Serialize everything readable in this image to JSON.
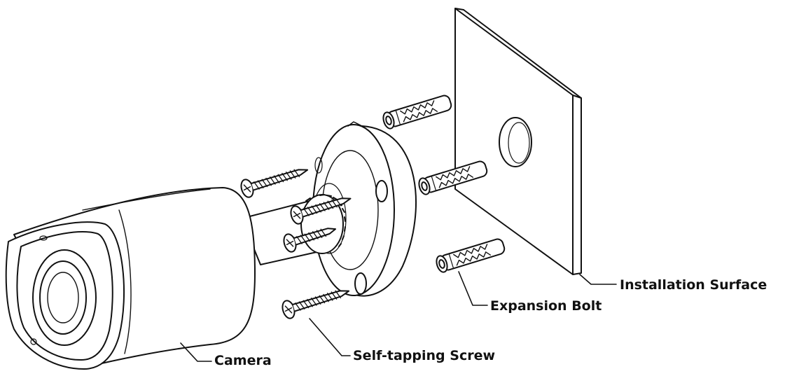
{
  "labels": {
    "installation_surface": "Installation Surface",
    "expansion_bolt": "Expansion Bolt",
    "self_tapping_screw": "Self-tapping Screw",
    "camera": "Camera"
  }
}
